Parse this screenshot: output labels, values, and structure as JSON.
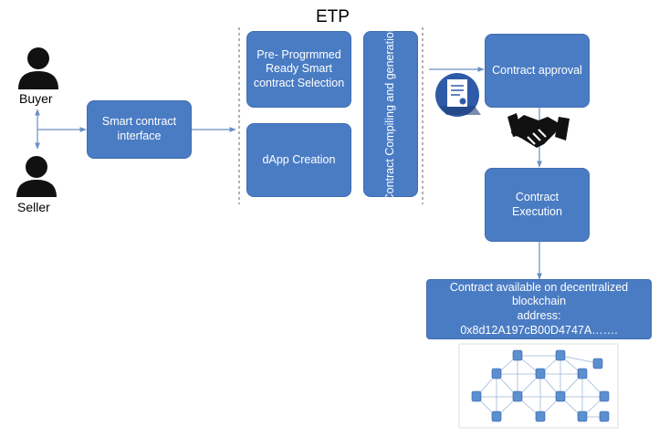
{
  "title": "ETP",
  "actors": {
    "buyer": "Buyer",
    "seller": "Seller"
  },
  "boxes": {
    "smart_contract_interface": "Smart contract interface",
    "preprogrammed": "Pre- Progrmmed Ready Smart contract Selection",
    "dapp_creation": "dApp Creation",
    "compiling": "Contract Compiling and generation",
    "approval": "Contract approval",
    "execution": "Contract Execution",
    "blockchain_line1": "Contract available on decentralized blockchain",
    "blockchain_line2": "address:",
    "blockchain_line3": "0x8d12A197cB00D4747A……."
  },
  "icons": {
    "person": "person-icon",
    "certificate": "certificate-icon",
    "handshake": "handshake-icon",
    "network": "blockchain-network-icon"
  },
  "colors": {
    "box_fill": "#4a7cc4",
    "arrow": "#6a8fc4",
    "text_dark": "#000000",
    "network_node": "#5b8fd0"
  }
}
